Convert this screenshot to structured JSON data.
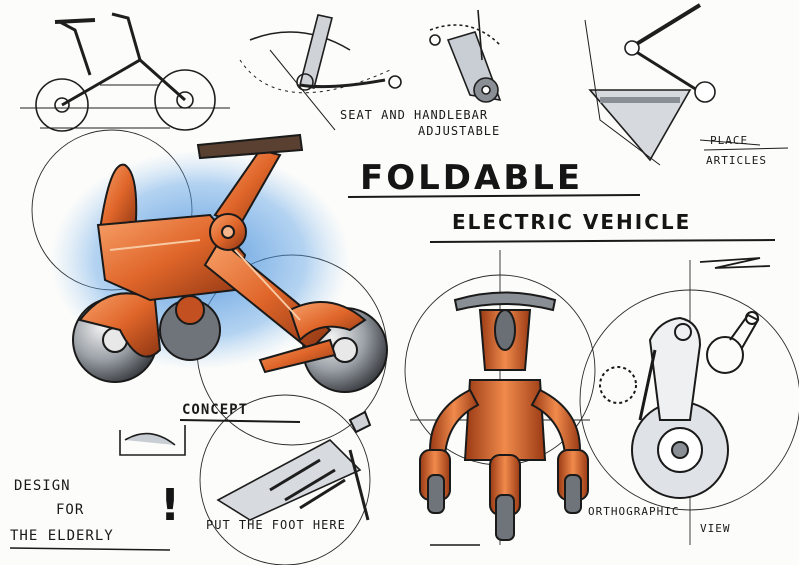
{
  "labels": {
    "seat_note_line1": "SEAT AND HANDLEBAR",
    "seat_note_line2": "ADJUSTABLE",
    "place_line1": "PLACE",
    "place_line2": "ARTICLES",
    "title_main": "FOLDABLE",
    "title_sub": "ELECTRIC VEHICLE",
    "concept": "CONCEPT",
    "design_line1": "DESIGN",
    "design_line2": "FOR",
    "design_line3": "THE ELDERLY",
    "exclaim": "!",
    "foot_note": "PUT THE FOOT HERE",
    "ortho_line1": "ORTHOGRAPHIC",
    "ortho_line2": "VIEW"
  },
  "colors": {
    "body_orange": "#e0662a",
    "body_dark": "#9a3a14",
    "wheel_grey": "#8a8f96",
    "ink": "#1a1a1a",
    "blue_splash": "#3b86d6",
    "seat_brown": "#5a4030"
  }
}
